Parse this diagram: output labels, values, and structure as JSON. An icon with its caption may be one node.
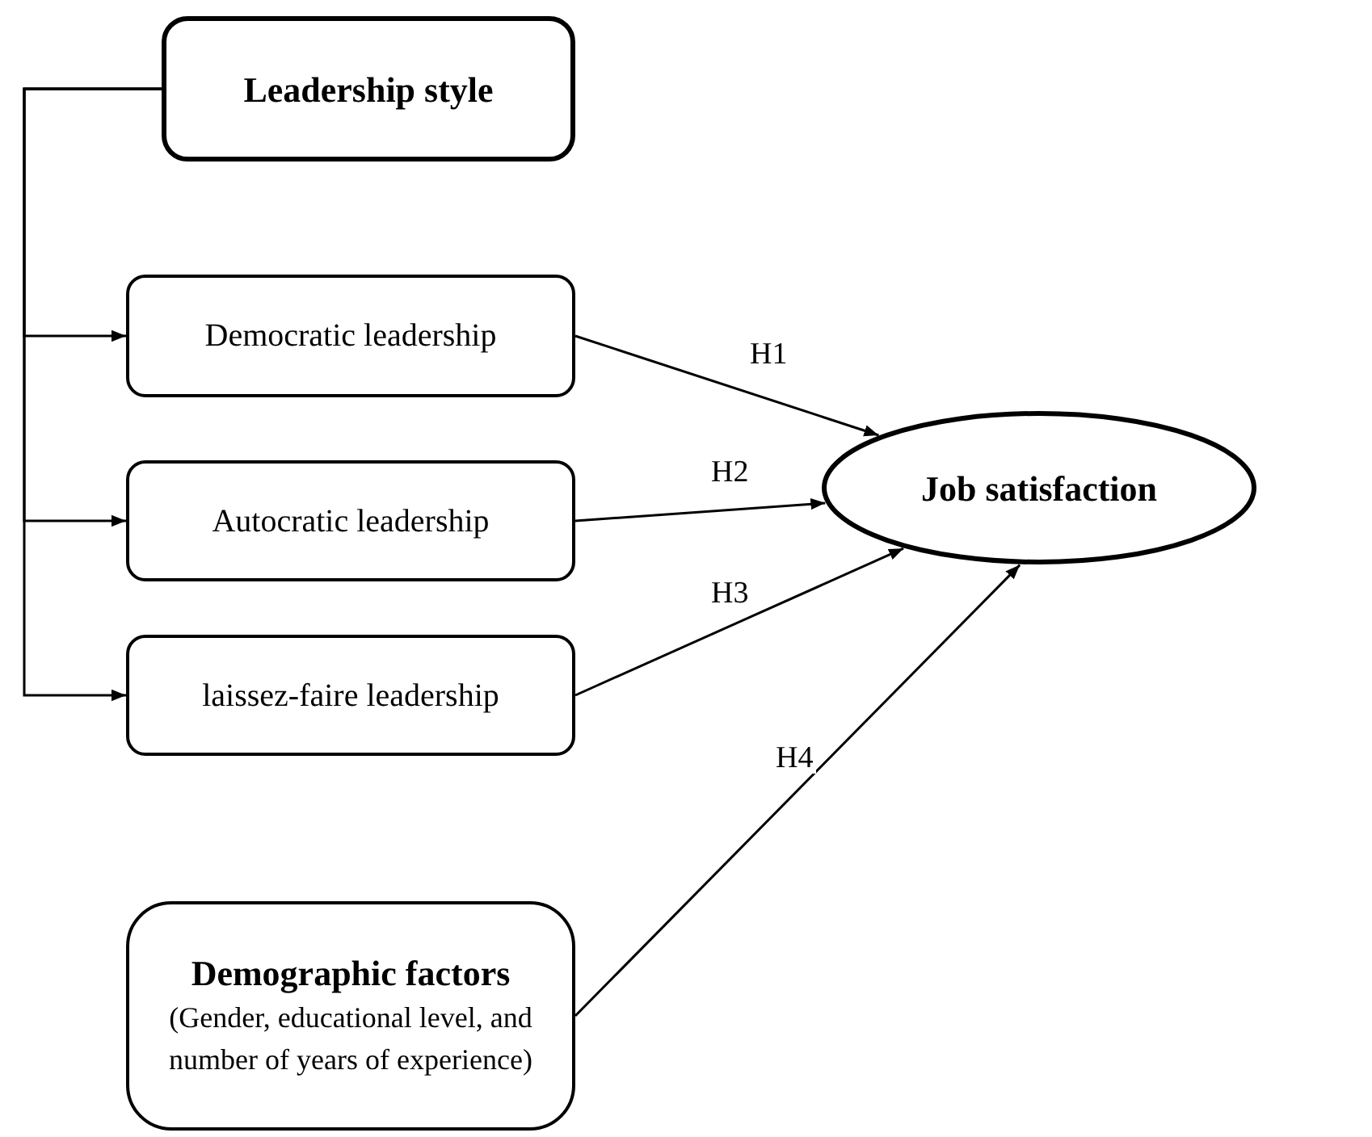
{
  "diagram": {
    "nodes": [
      {
        "text": [
          "Leadership style"
        ]
      },
      {
        "text": [
          "Democratic leadership"
        ]
      },
      {
        "text": [
          "Autocratic leadership"
        ]
      },
      {
        "text": [
          "laissez-faire leadership"
        ]
      },
      {
        "text": [
          "Demographic factors",
          "(Gender, educational level, and number of years of experience)"
        ]
      },
      {
        "text": [
          "Job satisfaction"
        ]
      }
    ],
    "edges": [
      {
        "from": 0,
        "to": 1,
        "arrow": "to"
      },
      {
        "from": 0,
        "to": 2,
        "arrow": "to"
      },
      {
        "from": 0,
        "to": 3,
        "arrow": "to"
      },
      {
        "from": 1,
        "to": 5,
        "arrow": "to",
        "label": "H1"
      },
      {
        "from": 2,
        "to": 5,
        "arrow": "to",
        "label": "H2"
      },
      {
        "from": 3,
        "to": 5,
        "arrow": "to",
        "label": "H3"
      },
      {
        "from": 4,
        "to": 5,
        "arrow": "to",
        "label": "H4"
      }
    ]
  }
}
